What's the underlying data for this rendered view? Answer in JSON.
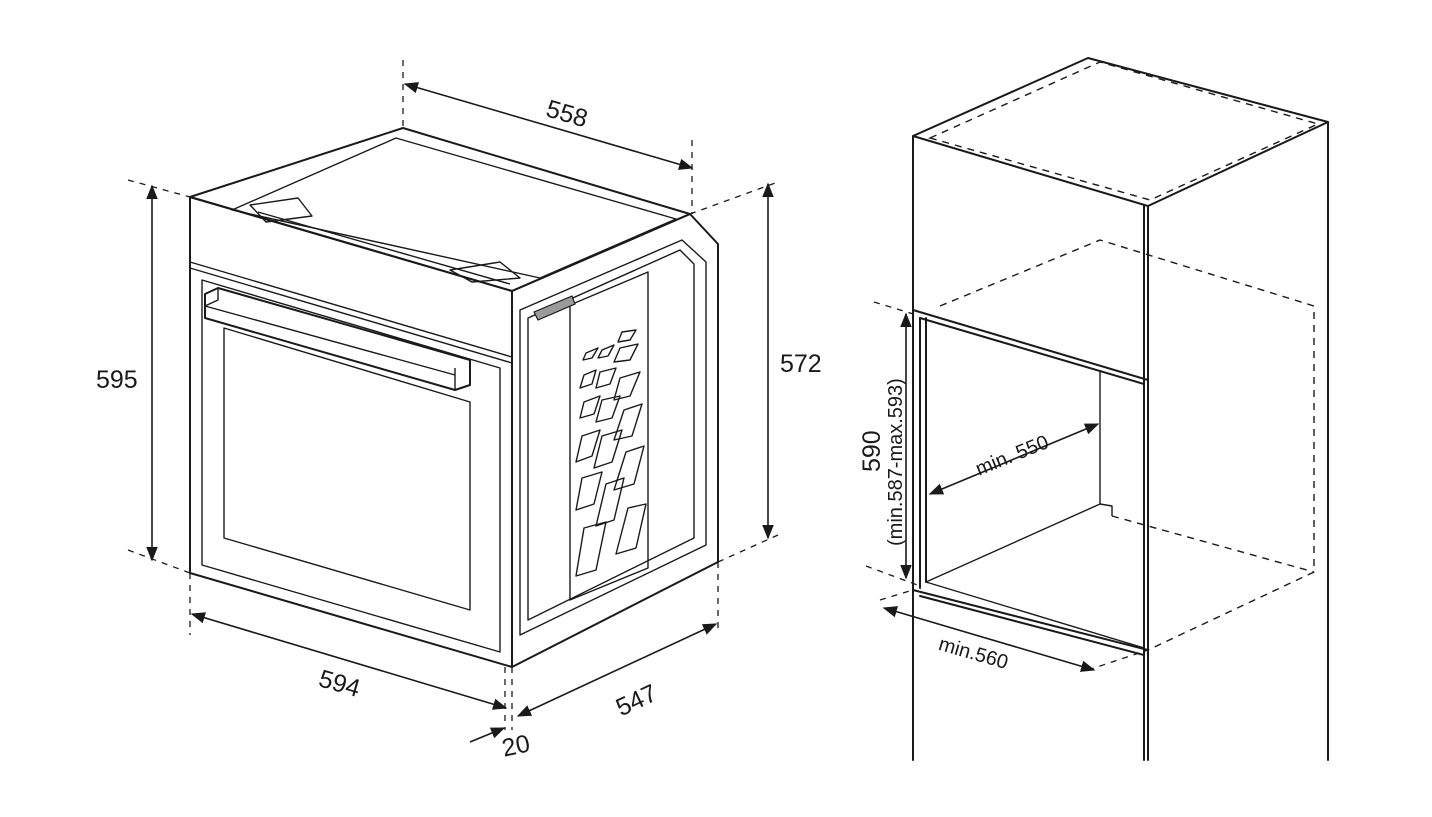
{
  "oven": {
    "depth_top": "558",
    "height_front": "595",
    "height_side": "572",
    "width": "594",
    "depth_side": "547",
    "front_offset": "20"
  },
  "niche": {
    "height": "590",
    "height_range": "(min.587-max.593)",
    "depth": "min. 550",
    "width": "min.560"
  }
}
